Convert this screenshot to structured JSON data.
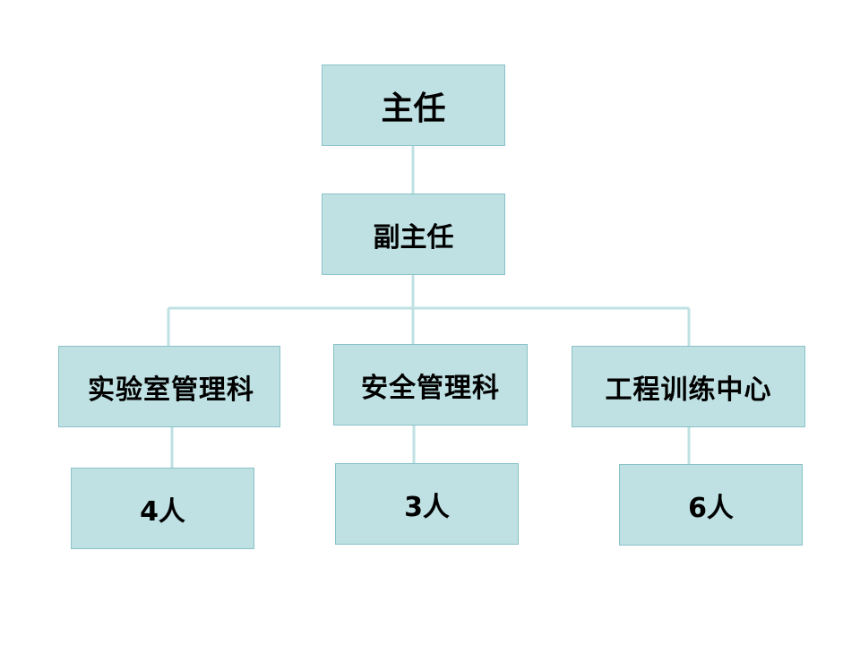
{
  "org_chart": {
    "director": "主任",
    "deputy_director": "副主任",
    "departments": [
      {
        "name": "实验室管理科",
        "staff": "4人"
      },
      {
        "name": "安全管理科",
        "staff": "3人"
      },
      {
        "name": "工程训练中心",
        "staff": "6人"
      }
    ]
  },
  "colors": {
    "box_fill": "#bfe1e3",
    "box_border": "#89c2c8",
    "connector": "#bfe1e3",
    "text": "#000000"
  }
}
